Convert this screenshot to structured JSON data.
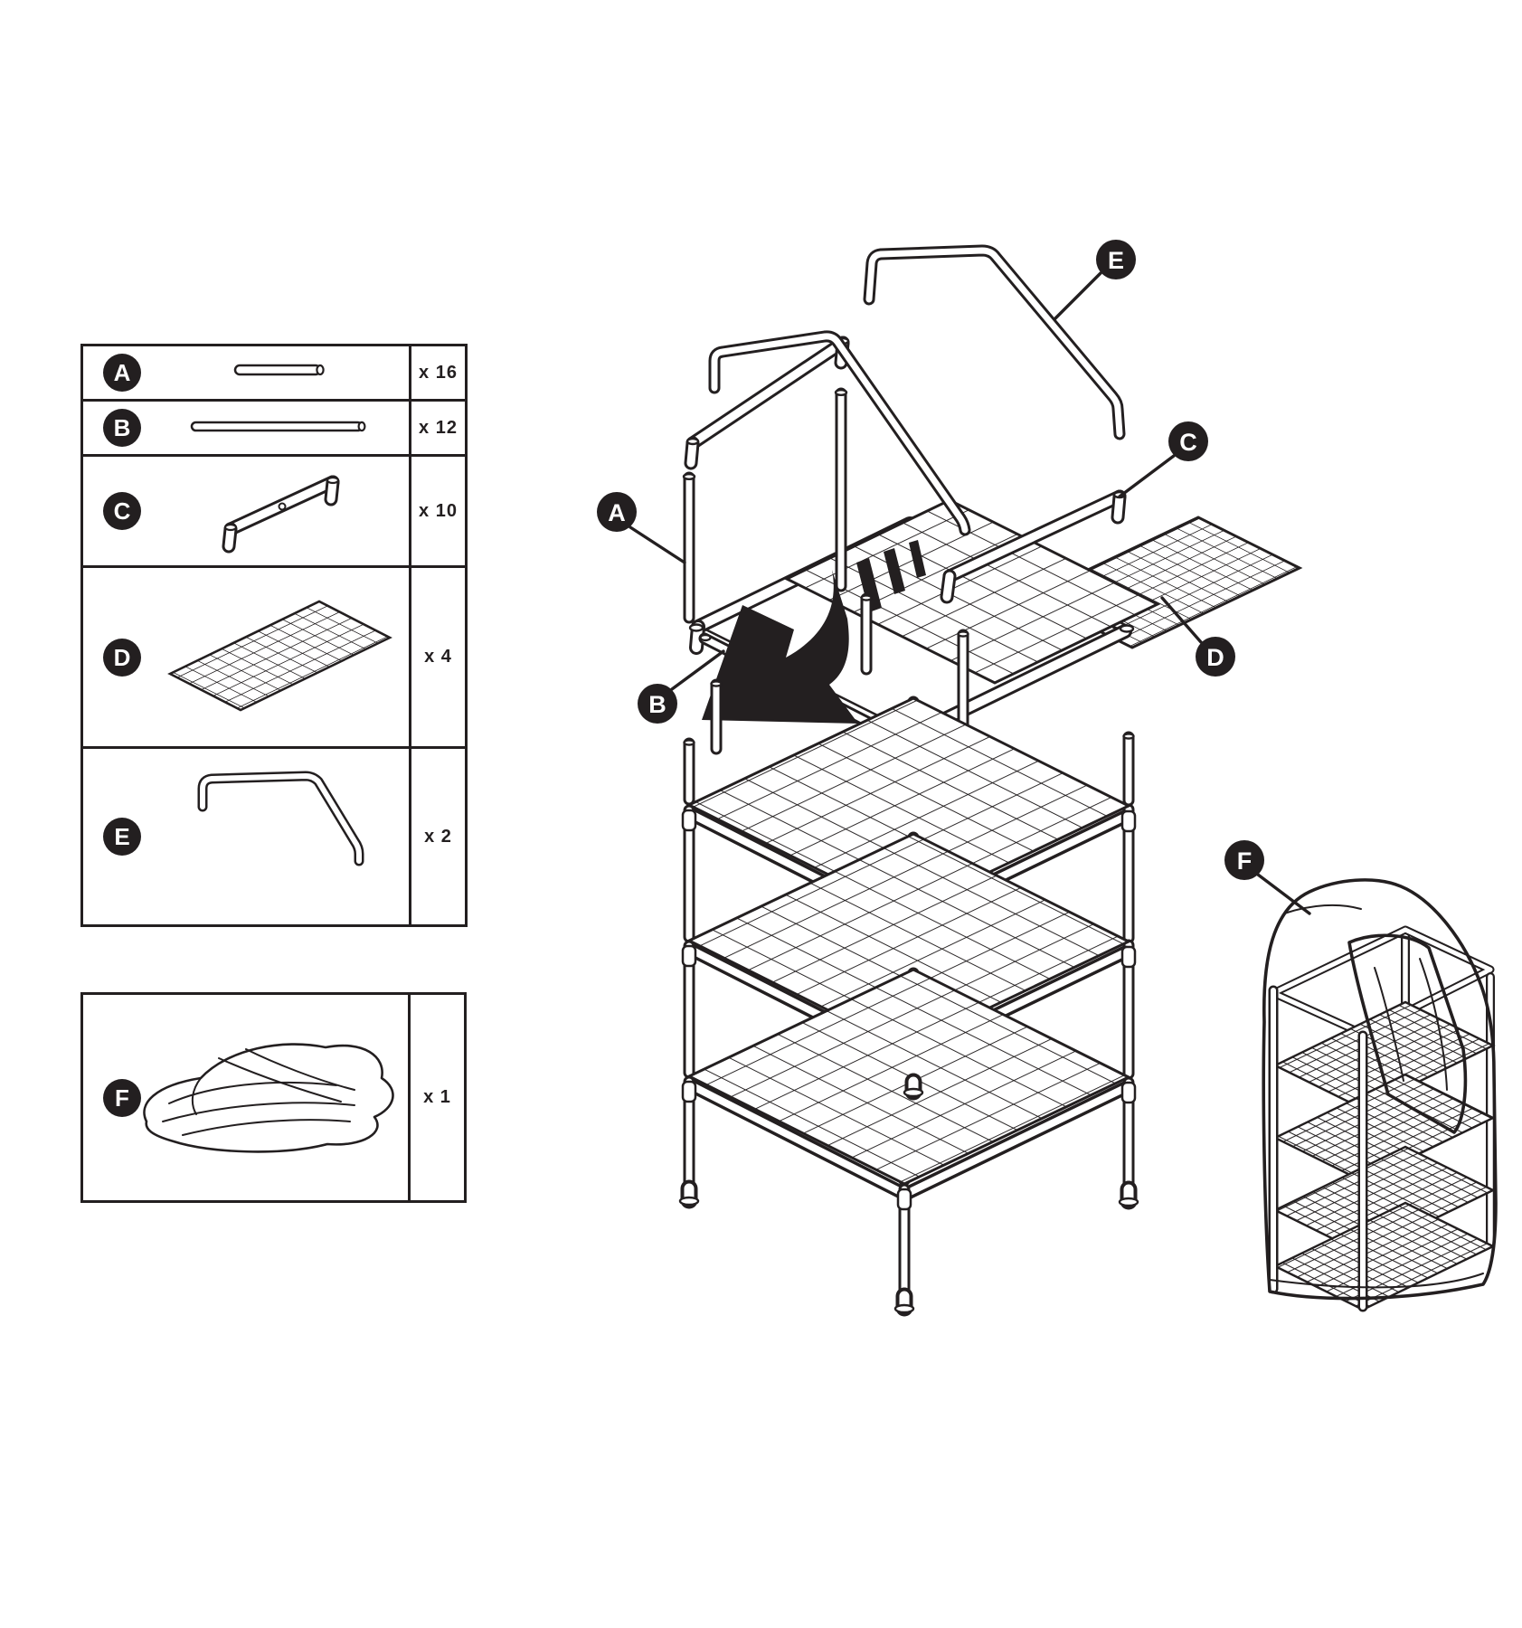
{
  "page": {
    "background": "#ffffff",
    "line_color": "#231f20"
  },
  "parts_table": {
    "rows": [
      {
        "letter": "A",
        "count": "x 16",
        "part_name": "short-pole-tube"
      },
      {
        "letter": "B",
        "count": "x 12",
        "part_name": "long-pole-tube"
      },
      {
        "letter": "C",
        "count": "x 10",
        "part_name": "shelf-side-rail"
      },
      {
        "letter": "D",
        "count": "x 4",
        "part_name": "wire-mesh-shelf"
      },
      {
        "letter": "E",
        "count": "x 2",
        "part_name": "top-handle-frame"
      }
    ]
  },
  "cover_row": {
    "letter": "F",
    "count": "x 1",
    "part_name": "folded-greenhouse-cover"
  },
  "diagram": {
    "callouts": [
      {
        "letter": "A"
      },
      {
        "letter": "B"
      },
      {
        "letter": "C"
      },
      {
        "letter": "D"
      },
      {
        "letter": "E"
      },
      {
        "letter": "F"
      }
    ]
  }
}
